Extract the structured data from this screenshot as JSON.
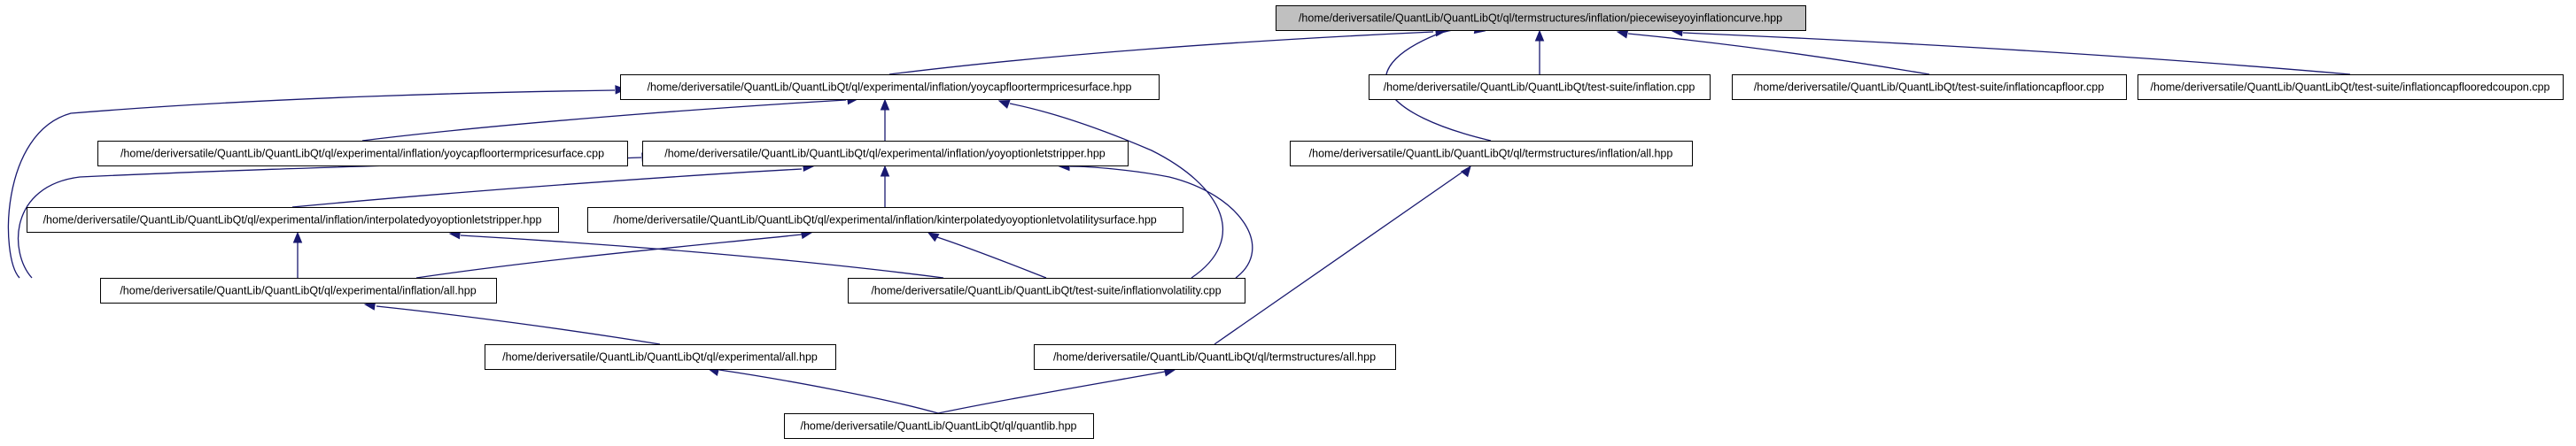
{
  "colors": {
    "edge": "#191970",
    "root_fill": "#c0c0c0",
    "node_fill": "#ffffff",
    "node_border": "#000000"
  },
  "nodes": [
    {
      "id": "piecewise",
      "label": "/home/deriversatile/QuantLib/QuantLibQt/ql/termstructures/inflation/piecewiseyoyinflationcurve.hpp",
      "highlight": true
    },
    {
      "id": "yoycapsurf_hpp",
      "label": "/home/deriversatile/QuantLib/QuantLibQt/ql/experimental/inflation/yoycapfloortermpricesurface.hpp"
    },
    {
      "id": "ts_inflation_cpp",
      "label": "/home/deriversatile/QuantLib/QuantLibQt/test-suite/inflation.cpp"
    },
    {
      "id": "ts_capfloor_cpp",
      "label": "/home/deriversatile/QuantLib/QuantLibQt/test-suite/inflationcapfloor.cpp"
    },
    {
      "id": "ts_capflooredcoupon_cpp",
      "label": "/home/deriversatile/QuantLib/QuantLibQt/test-suite/inflationcapflooredcoupon.cpp"
    },
    {
      "id": "yoycapsurf_cpp",
      "label": "/home/deriversatile/QuantLib/QuantLibQt/ql/experimental/inflation/yoycapfloortermpricesurface.cpp"
    },
    {
      "id": "yoystripper_hpp",
      "label": "/home/deriversatile/QuantLib/QuantLibQt/ql/experimental/inflation/yoyoptionletstripper.hpp"
    },
    {
      "id": "ts_inflation_all",
      "label": "/home/deriversatile/QuantLib/QuantLibQt/ql/termstructures/inflation/all.hpp"
    },
    {
      "id": "interp_stripper_hpp",
      "label": "/home/deriversatile/QuantLib/QuantLibQt/ql/experimental/inflation/interpolatedyoyoptionletstripper.hpp"
    },
    {
      "id": "kinterp_hpp",
      "label": "/home/deriversatile/QuantLib/QuantLibQt/ql/experimental/inflation/kinterpolatedyoyoptionletvolatilitysurface.hpp"
    },
    {
      "id": "exp_inflation_all",
      "label": "/home/deriversatile/QuantLib/QuantLibQt/ql/experimental/inflation/all.hpp"
    },
    {
      "id": "ts_inflationvol_cpp",
      "label": "/home/deriversatile/QuantLib/QuantLibQt/test-suite/inflationvolatility.cpp"
    },
    {
      "id": "exp_all",
      "label": "/home/deriversatile/QuantLib/QuantLibQt/ql/experimental/all.hpp"
    },
    {
      "id": "ts_all",
      "label": "/home/deriversatile/QuantLib/QuantLibQt/ql/termstructures/all.hpp"
    },
    {
      "id": "quantlib",
      "label": "/home/deriversatile/QuantLib/QuantLibQt/ql/quantlib.hpp"
    }
  ],
  "edges": [
    {
      "from": "yoycapsurf_hpp",
      "to": "piecewise"
    },
    {
      "from": "ts_inflation_all",
      "to": "piecewise"
    },
    {
      "from": "ts_inflation_cpp",
      "to": "piecewise"
    },
    {
      "from": "ts_capfloor_cpp",
      "to": "piecewise"
    },
    {
      "from": "ts_capflooredcoupon_cpp",
      "to": "piecewise"
    },
    {
      "from": "yoycapsurf_cpp",
      "to": "yoycapsurf_hpp"
    },
    {
      "from": "yoystripper_hpp",
      "to": "yoycapsurf_hpp"
    },
    {
      "from": "exp_inflation_all",
      "to": "yoycapsurf_hpp"
    },
    {
      "from": "ts_inflationvol_cpp",
      "to": "yoycapsurf_hpp"
    },
    {
      "from": "interp_stripper_hpp",
      "to": "yoystripper_hpp"
    },
    {
      "from": "kinterp_hpp",
      "to": "yoystripper_hpp"
    },
    {
      "from": "exp_inflation_all",
      "to": "yoystripper_hpp"
    },
    {
      "from": "ts_inflationvol_cpp",
      "to": "yoystripper_hpp"
    },
    {
      "from": "exp_inflation_all",
      "to": "interp_stripper_hpp"
    },
    {
      "from": "ts_inflationvol_cpp",
      "to": "interp_stripper_hpp"
    },
    {
      "from": "exp_inflation_all",
      "to": "kinterp_hpp"
    },
    {
      "from": "ts_inflationvol_cpp",
      "to": "kinterp_hpp"
    },
    {
      "from": "exp_all",
      "to": "exp_inflation_all"
    },
    {
      "from": "ts_all",
      "to": "ts_inflation_all"
    },
    {
      "from": "quantlib",
      "to": "exp_all"
    },
    {
      "from": "quantlib",
      "to": "ts_all"
    }
  ]
}
